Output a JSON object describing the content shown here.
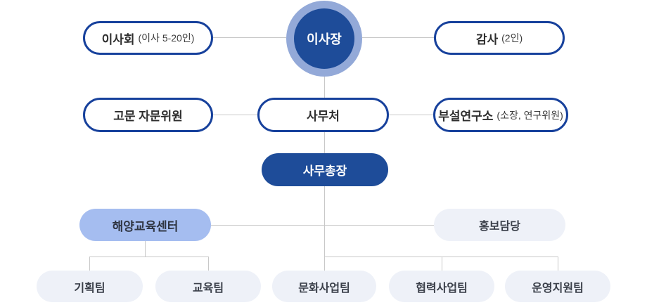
{
  "diagram": {
    "type": "org-chart",
    "nodes": {
      "chairman": {
        "label": "이사장"
      },
      "board": {
        "label": "이사회",
        "sub": "(이사 5-20인)"
      },
      "auditors": {
        "label": "감사",
        "sub": "(2인)"
      },
      "advisors": {
        "label": "고문 자문위원"
      },
      "secretariat": {
        "label": "사무처"
      },
      "research_institute": {
        "label": "부설연구소",
        "sub": "(소장, 연구위원)"
      },
      "secretary_general": {
        "label": "사무총장"
      },
      "marine_education_center": {
        "label": "해양교육센터"
      },
      "pr_team": {
        "label": "홍보담당"
      },
      "planning_team": {
        "label": "기획팀"
      },
      "education_team": {
        "label": "교육팀"
      },
      "culture_team": {
        "label": "문화사업팀"
      },
      "cooperation_team": {
        "label": "협력사업팀"
      },
      "operations_team": {
        "label": "운영지원팀"
      }
    },
    "edges": [
      [
        "board",
        "chairman"
      ],
      [
        "chairman",
        "auditors"
      ],
      [
        "chairman",
        "secretariat"
      ],
      [
        "advisors",
        "secretariat"
      ],
      [
        "secretariat",
        "research_institute"
      ],
      [
        "secretariat",
        "secretary_general"
      ],
      [
        "secretary_general",
        "marine_education_center"
      ],
      [
        "secretary_general",
        "pr_team"
      ],
      [
        "marine_education_center",
        "planning_team"
      ],
      [
        "marine_education_center",
        "education_team"
      ],
      [
        "secretary_general",
        "culture_team"
      ],
      [
        "secretary_general",
        "cooperation_team"
      ],
      [
        "secretary_general",
        "operations_team"
      ]
    ],
    "colors": {
      "primary_blue": "#1e4c99",
      "outline_blue": "#17419c",
      "ring_light_blue": "#93a9d8",
      "light_blue_fill": "#a5bdf0",
      "pale_fill": "#eef1f8",
      "connector_gray": "#c8c8c8",
      "text_dark": "#2e2e2e"
    }
  }
}
